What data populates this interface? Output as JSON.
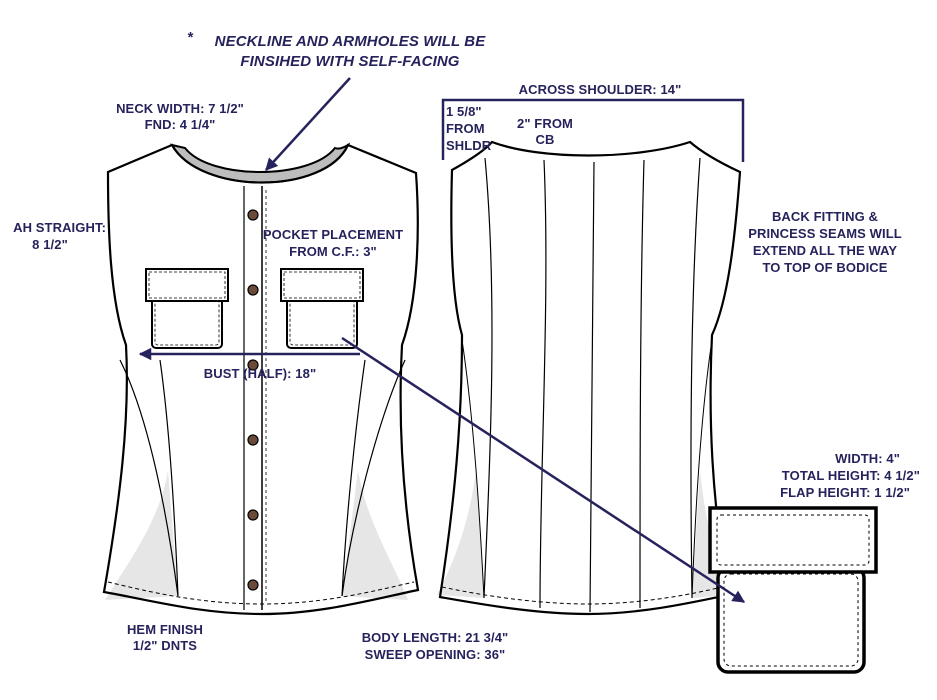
{
  "colors": {
    "annotation": "#26235c",
    "outline": "#000000",
    "facing": "#bdbdbd",
    "shadow": "#e6e6e6"
  },
  "note": {
    "marker": "*",
    "line1": "NECKLINE AND ARMHOLES WILL BE",
    "line2": "FINSIHED WITH SELF-FACING"
  },
  "front": {
    "neck_width": "NECK WIDTH: 7 1/2\"",
    "fnd": "FND: 4 1/4\"",
    "ah_line1": "AH STRAIGHT:",
    "ah_line2": "8 1/2\"",
    "pocket_line1": "POCKET PLACEMENT",
    "pocket_line2": "FROM C.F.: 3\"",
    "bust": "BUST (HALF): 18\"",
    "hem_line1": "HEM FINISH",
    "hem_line2": "1/2\" DNTS"
  },
  "back": {
    "across_shoulder": "ACROSS SHOULDER: 14\"",
    "shldr_line1": "1 5/8\"",
    "shldr_line2": "FROM",
    "shldr_line3": "SHLDR",
    "cb_line1": "2\" FROM",
    "cb_line2": "CB",
    "note_line1": "BACK FITTING &",
    "note_line2": "PRINCESS SEAMS WILL",
    "note_line3": "EXTEND ALL THE WAY",
    "note_line4": "TO TOP OF BODICE"
  },
  "body": {
    "length": "BODY LENGTH: 21 3/4\"",
    "sweep": "SWEEP OPENING: 36\""
  },
  "pocket_detail": {
    "width": "WIDTH: 4\"",
    "total_height": "TOTAL HEIGHT: 4 1/2\"",
    "flap_height": "FLAP HEIGHT: 1 1/2\""
  }
}
